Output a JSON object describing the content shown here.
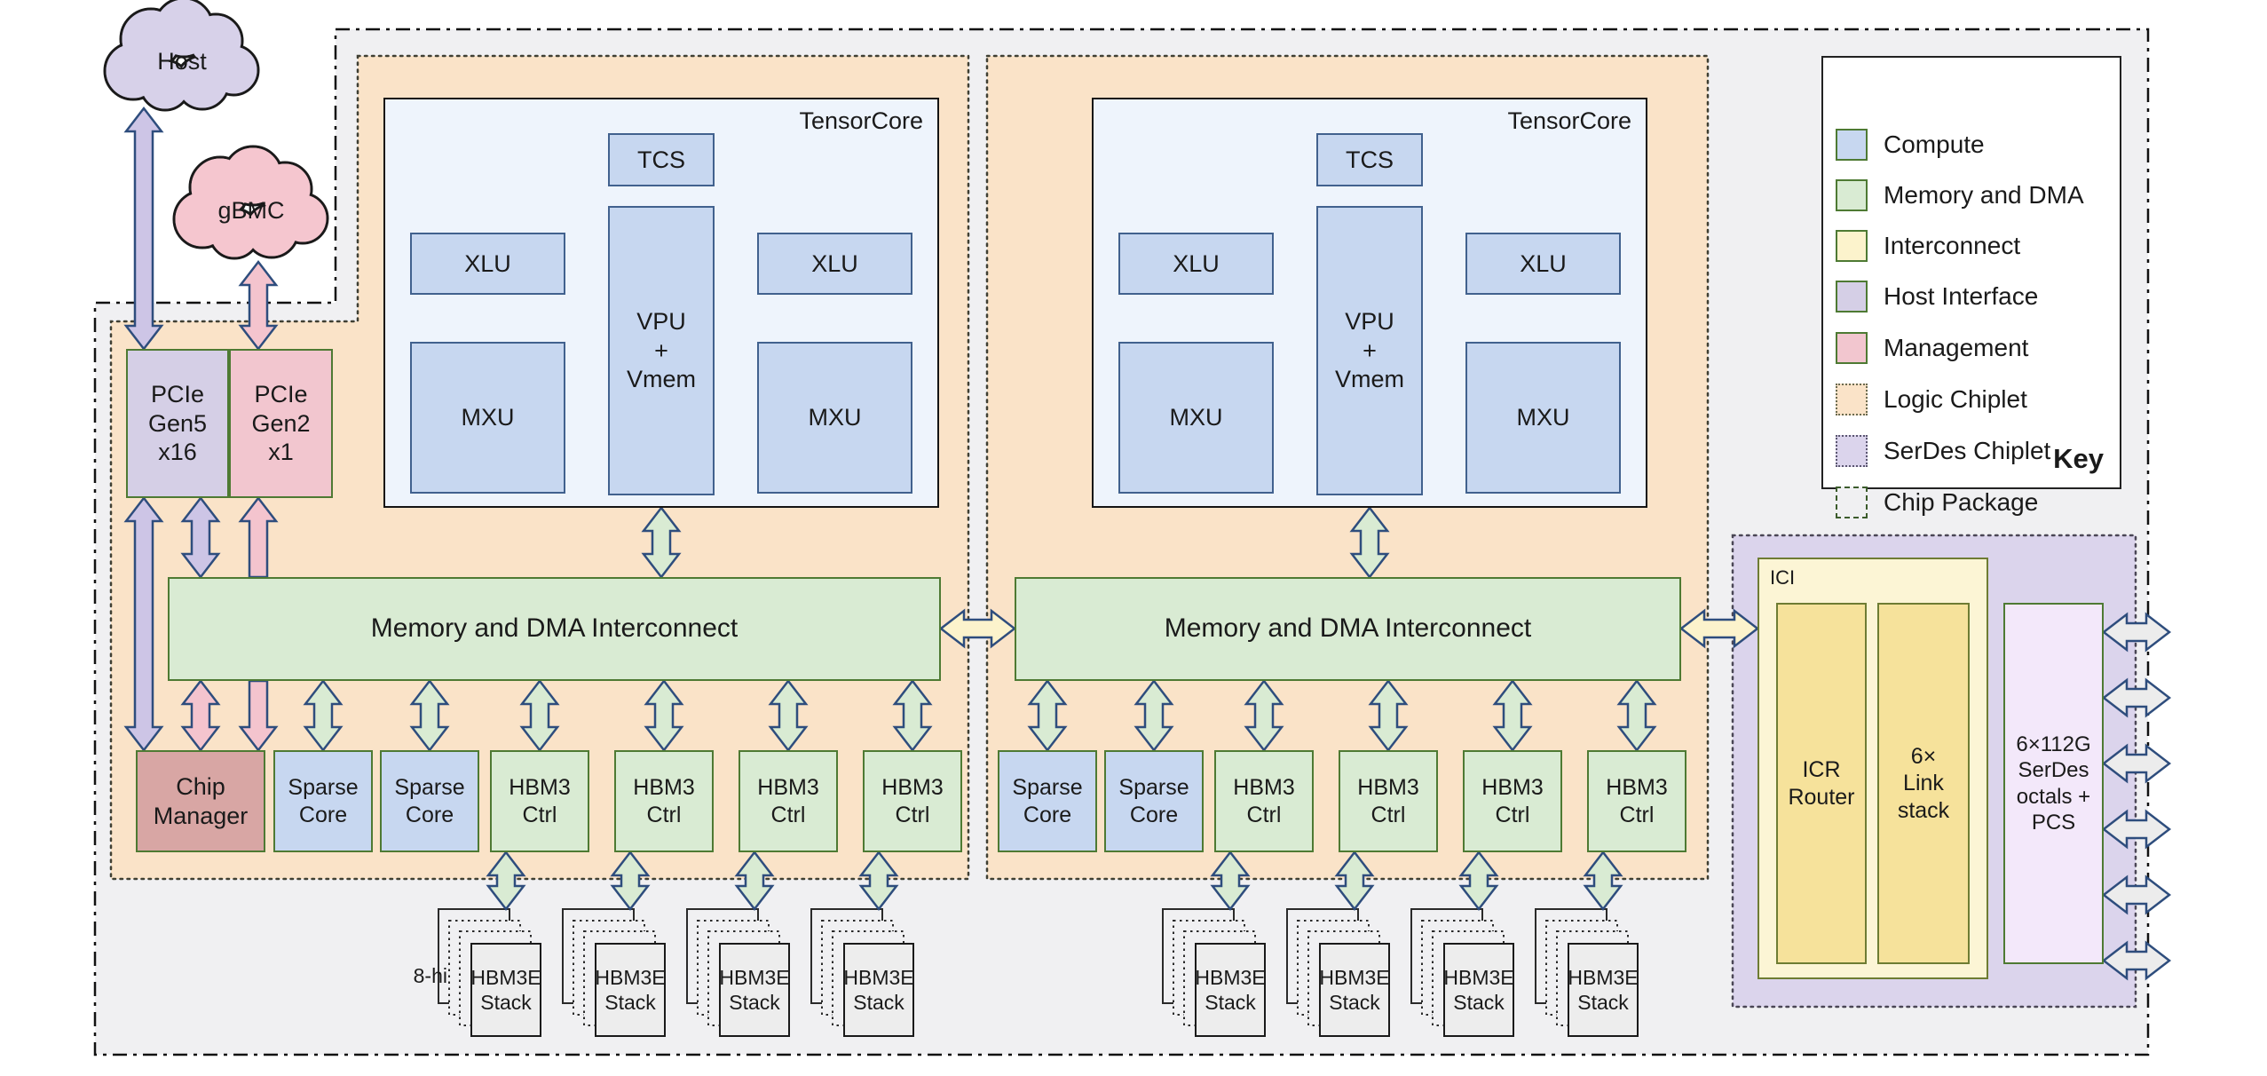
{
  "clouds": {
    "host": "Host",
    "gbmc": "gBMC"
  },
  "labels": {
    "pcie_gen5": "PCIe\nGen5\nx16",
    "pcie_gen2": "PCIe\nGen2\nx1",
    "tensorcore": "TensorCore",
    "tcs": "TCS",
    "xlu": "XLU",
    "vpu_vmem": "VPU\n+\nVmem",
    "mxu": "MXU",
    "interconnect": "Memory and DMA Interconnect",
    "chip_manager": "Chip\nManager",
    "sparse_core": "Sparse\nCore",
    "hbm3_ctrl": "HBM3\nCtrl",
    "hbm3e_stack": "HBM3E\nStack",
    "stack_height": "8-hi",
    "ici": "ICI",
    "icr_router": "ICR\nRouter",
    "link_stack": "6×\nLink\nstack",
    "serdes_octals": "6×112G\nSerDes\noctals +\nPCS"
  },
  "key": {
    "title": "Key",
    "items": [
      {
        "label": "Compute",
        "swatch": "#c7d7f0",
        "border": "solid"
      },
      {
        "label": "Memory and DMA",
        "swatch": "#d9ebd3",
        "border": "solid"
      },
      {
        "label": "Interconnect",
        "swatch": "#fcf3cc",
        "border": "solid"
      },
      {
        "label": "Host Interface",
        "swatch": "#d5cfe6",
        "border": "solid"
      },
      {
        "label": "Management",
        "swatch": "#f2c6cf",
        "border": "solid"
      },
      {
        "label": "Logic Chiplet",
        "swatch": "#fae3c8",
        "border": "dotted"
      },
      {
        "label": "SerDes Chiplet",
        "swatch": "#dbd4ec",
        "border": "dotted"
      },
      {
        "label": "Chip Package",
        "swatch": "#f0f0f2",
        "border": "dash-dot"
      }
    ]
  },
  "colors": {
    "compute": "#c7d7f0",
    "memory_dma": "#d9ebd3",
    "interconnect_light": "#fcf5d5",
    "interconnect_dark": "#f6e29b",
    "host_interface": "#d5cfe6",
    "management": "#f2c6cf",
    "chip_manager": "#d8a6a4",
    "logic_chiplet": "#fae3c8",
    "serdes_chiplet": "#dbd4ec",
    "serdes_block": "#f3e8fa",
    "chip_package": "#f0f0f2",
    "tensorcore_fill": "#eef4fc",
    "stack_fill": "#ededed",
    "arrow_outline": "#2e4d7d"
  }
}
